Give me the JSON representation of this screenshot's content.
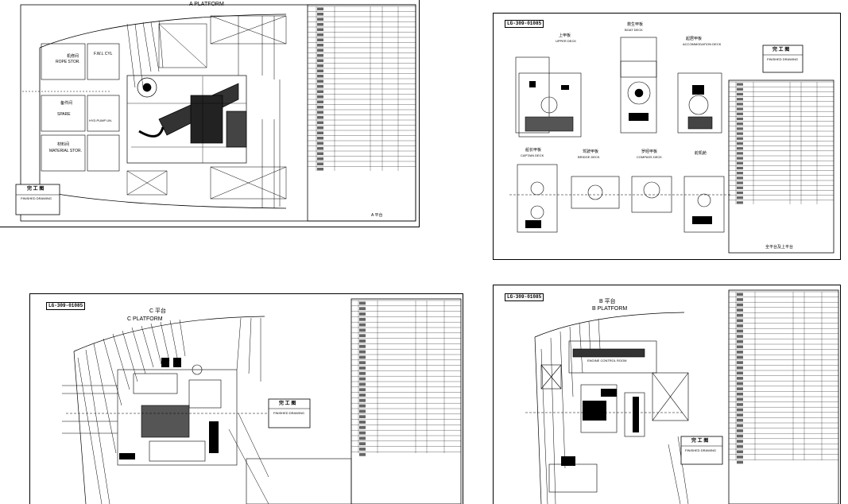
{
  "sheets": {
    "a": {
      "title": "A PLATFORM",
      "labels": {
        "rope_stor": "ROPE STOR.",
        "fwl_cyl": "F.W.L CYL",
        "spare": "SPARE",
        "hydraulic_unit": "HYD.PUMP UN.",
        "material_stor": "MATERIAL STOR.",
        "label_cn1": "机修间",
        "label_cn2": "备件间",
        "label_cn3": "材料间"
      },
      "stamp": {
        "title": "完 工 图",
        "sub": "FINISHED DRAWING"
      },
      "sign": "A 平台"
    },
    "b": {
      "code": "LG-309-01085",
      "title_cn": "B 平台",
      "title": "B PLATFORM",
      "stamp": {
        "title": "完 工 图",
        "sub": "FINISHED DRAWING"
      },
      "room": "ENGINE CONTROL ROOM"
    },
    "c": {
      "code": "LG-309-01085",
      "title_cn": "C 平台",
      "title": "C PLATFORM",
      "stamp": {
        "title": "完 工 图",
        "sub": "FINISHED DRAWING"
      }
    },
    "d": {
      "code": "LG-309-01085",
      "decks": {
        "upper": "UPPER DECK",
        "boat": "BOAT DECK",
        "accommodation": "ACCOMMODATION DECK",
        "captain": "CAPTAIN DECK",
        "bridge": "BRIDGE DECK",
        "compass": "COMPASS DECK"
      },
      "decks_cn": {
        "upper": "上甲板",
        "boat": "救生甲板",
        "accommodation": "起居甲板",
        "captain": "船长甲板",
        "bridge": "驾驶甲板",
        "compass": "罗经甲板",
        "other": "舵机舱"
      },
      "stamp": {
        "title": "完 工 图",
        "sub": "FINISHED DRAWING"
      },
      "sign": "全平台及上平台"
    }
  }
}
